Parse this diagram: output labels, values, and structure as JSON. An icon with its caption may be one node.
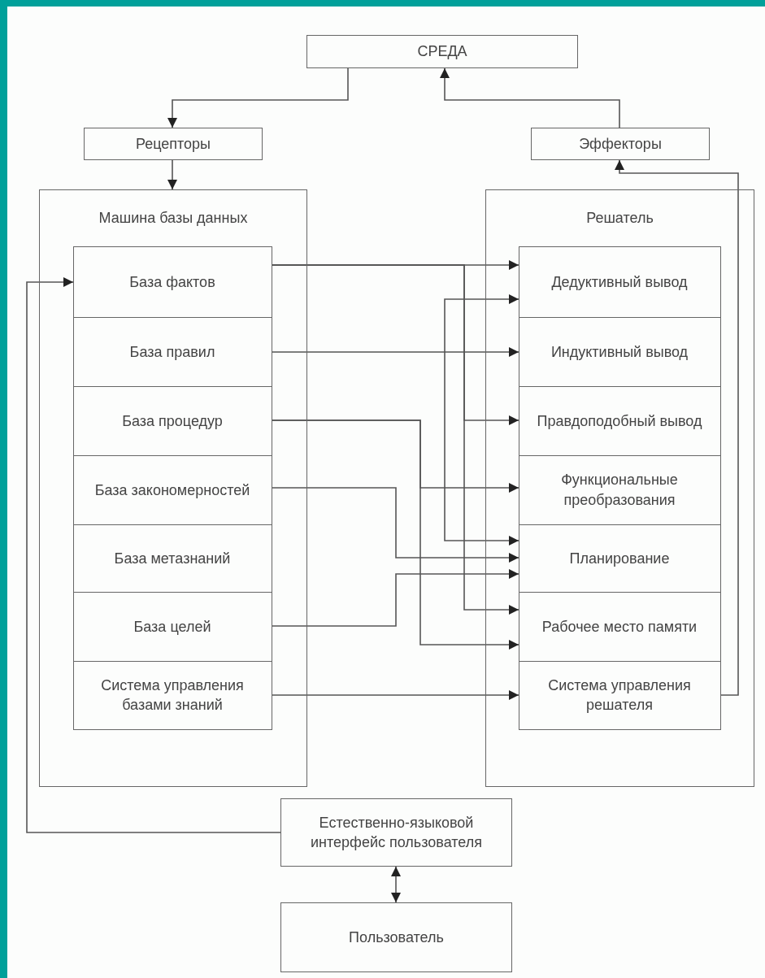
{
  "diagram": {
    "nodes": [
      {
        "text": [
          "СРЕДА"
        ]
      },
      {
        "text": [
          "Рецепторы"
        ]
      },
      {
        "text": [
          "Эффекторы"
        ]
      },
      {
        "text": [
          "Машина базы данных"
        ]
      },
      {
        "text": [
          "База фактов"
        ],
        "in": 3
      },
      {
        "text": [
          "База правил"
        ],
        "in": 3
      },
      {
        "text": [
          "База процедур"
        ],
        "in": 3
      },
      {
        "text": [
          "База закономерностей"
        ],
        "in": 3
      },
      {
        "text": [
          "База метазнаний"
        ],
        "in": 3
      },
      {
        "text": [
          "База целей"
        ],
        "in": 3
      },
      {
        "text": [
          "Система управления базами знаний"
        ],
        "in": 3
      },
      {
        "text": [
          "Решатель"
        ]
      },
      {
        "text": [
          "Дедуктивный вывод"
        ],
        "in": 11
      },
      {
        "text": [
          "Индуктивный вывод"
        ],
        "in": 11
      },
      {
        "text": [
          "Правдоподобный вывод"
        ],
        "in": 11
      },
      {
        "text": [
          "Функциональные преобразования"
        ],
        "in": 11
      },
      {
        "text": [
          "Планирование"
        ],
        "in": 11
      },
      {
        "text": [
          "Рабочее место памяти"
        ],
        "in": 11
      },
      {
        "text": [
          "Система управления решателя"
        ],
        "in": 11
      },
      {
        "text": [
          "Естественно-языковой интерфейс пользователя"
        ]
      },
      {
        "text": [
          "Пользователь"
        ]
      }
    ],
    "edges": [
      {
        "from": 0,
        "to": 1,
        "arrow": "to"
      },
      {
        "from": 2,
        "to": 0,
        "arrow": "to"
      },
      {
        "from": 1,
        "to": 3,
        "arrow": "to"
      },
      {
        "from": 18,
        "to": 2,
        "arrow": "to"
      },
      {
        "from": 4,
        "to": 12,
        "arrow": "to"
      },
      {
        "from": 4,
        "to": 14,
        "arrow": "to"
      },
      {
        "from": 4,
        "to": 17,
        "arrow": "to"
      },
      {
        "from": 5,
        "to": 13,
        "arrow": "to"
      },
      {
        "from": 6,
        "to": 15,
        "arrow": "to"
      },
      {
        "from": 6,
        "to": 17,
        "arrow": "to"
      },
      {
        "from": 7,
        "to": 16,
        "arrow": "to"
      },
      {
        "from": 9,
        "to": 16,
        "arrow": "to"
      },
      {
        "from": 16,
        "to": 12,
        "arrow": "both"
      },
      {
        "from": 10,
        "to": 18,
        "arrow": "to"
      },
      {
        "from": 19,
        "to": 4,
        "arrow": "to"
      },
      {
        "from": 19,
        "to": 20,
        "arrow": "both"
      }
    ]
  }
}
